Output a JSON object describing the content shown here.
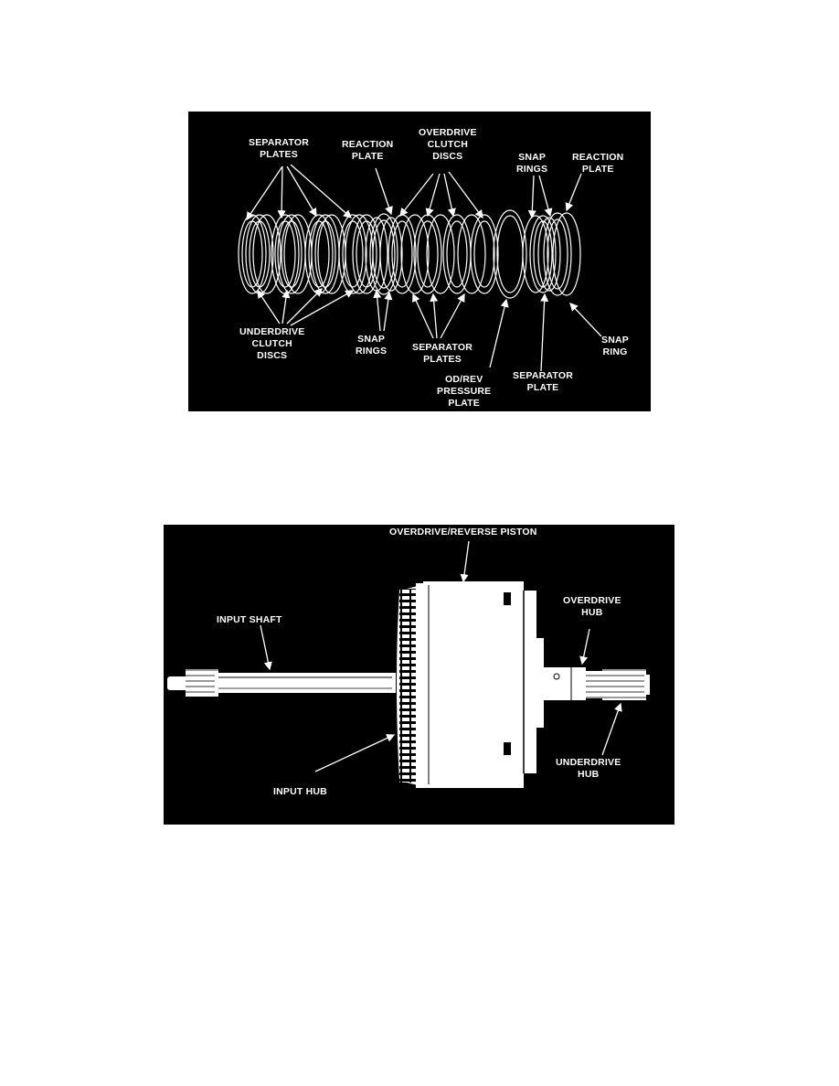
{
  "figure_1": {
    "labels": {
      "separator_plates_top": [
        "SEPARATOR",
        "PLATES"
      ],
      "reaction_plate_left": [
        "REACTION",
        "PLATE"
      ],
      "overdrive_clutch_discs": [
        "OVERDRIVE",
        "CLUTCH",
        "DISCS"
      ],
      "snap_rings_top": [
        "SNAP",
        "RINGS"
      ],
      "reaction_plate_right": [
        "REACTION",
        "PLATE"
      ],
      "underdrive_clutch_discs": [
        "UNDERDRIVE",
        "CLUTCH",
        "DISCS"
      ],
      "snap_rings_bottom": [
        "SNAP",
        "RINGS"
      ],
      "separator_plates_bottom": [
        "SEPARATOR",
        "PLATES"
      ],
      "od_rev_pressure_plate": [
        "OD/REV",
        "PRESSURE",
        "PLATE"
      ],
      "separator_plate": [
        "SEPARATOR",
        "PLATE"
      ],
      "snap_ring": [
        "SNAP",
        "RING"
      ]
    }
  },
  "figure_2": {
    "labels": {
      "overdrive_reverse_piston": [
        "OVERDRIVE/REVERSE PISTON"
      ],
      "input_shaft": [
        "INPUT SHAFT"
      ],
      "overdrive_hub": [
        "OVERDRIVE",
        "HUB"
      ],
      "input_hub": [
        "INPUT HUB"
      ],
      "underdrive_hub": [
        "UNDERDRIVE",
        "HUB"
      ]
    }
  }
}
